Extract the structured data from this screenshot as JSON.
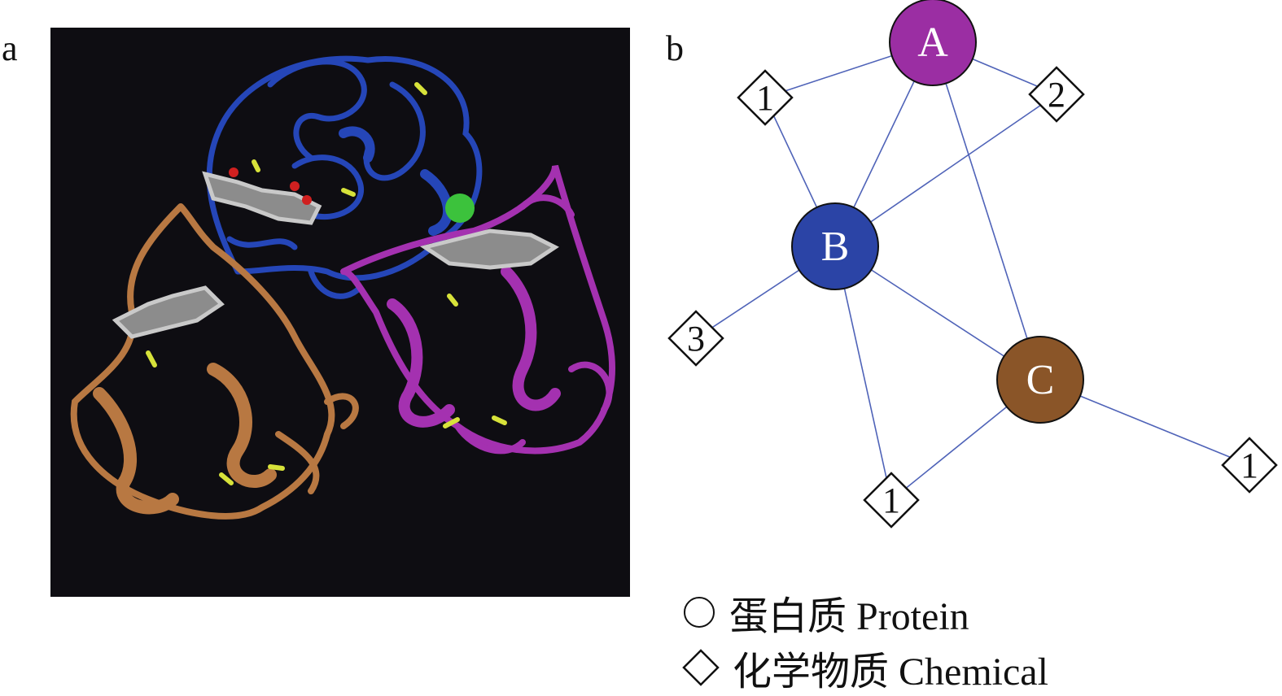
{
  "panels": {
    "a": "a",
    "b": "b"
  },
  "colors": {
    "protein_A": "#9b2ea3",
    "protein_B": "#2b44a6",
    "protein_C": "#8a5528",
    "edge": "#4f63b8",
    "ribbon_blue": "#2546b8",
    "ribbon_magenta": "#a431b0",
    "ribbon_brown": "#b87842",
    "background": "#0e0d12"
  },
  "network": {
    "proteins": [
      {
        "id": "A",
        "label": "A"
      },
      {
        "id": "B",
        "label": "B"
      },
      {
        "id": "C",
        "label": "C"
      }
    ],
    "chemicals": [
      {
        "id": "c1a",
        "label": "1"
      },
      {
        "id": "c2",
        "label": "2"
      },
      {
        "id": "c3",
        "label": "3"
      },
      {
        "id": "c1b",
        "label": "1"
      },
      {
        "id": "c1c",
        "label": "1"
      }
    ],
    "edges": [
      [
        "A",
        "c1a"
      ],
      [
        "A",
        "c2"
      ],
      [
        "A",
        "B"
      ],
      [
        "A",
        "C"
      ],
      [
        "c1a",
        "B"
      ],
      [
        "c2",
        "B"
      ],
      [
        "B",
        "c3"
      ],
      [
        "B",
        "C"
      ],
      [
        "B",
        "c1b"
      ],
      [
        "C",
        "c1b"
      ],
      [
        "C",
        "c1c"
      ]
    ]
  },
  "legend": {
    "protein": "蛋白质 Protein",
    "chemical": "化学物质 Chemical"
  }
}
